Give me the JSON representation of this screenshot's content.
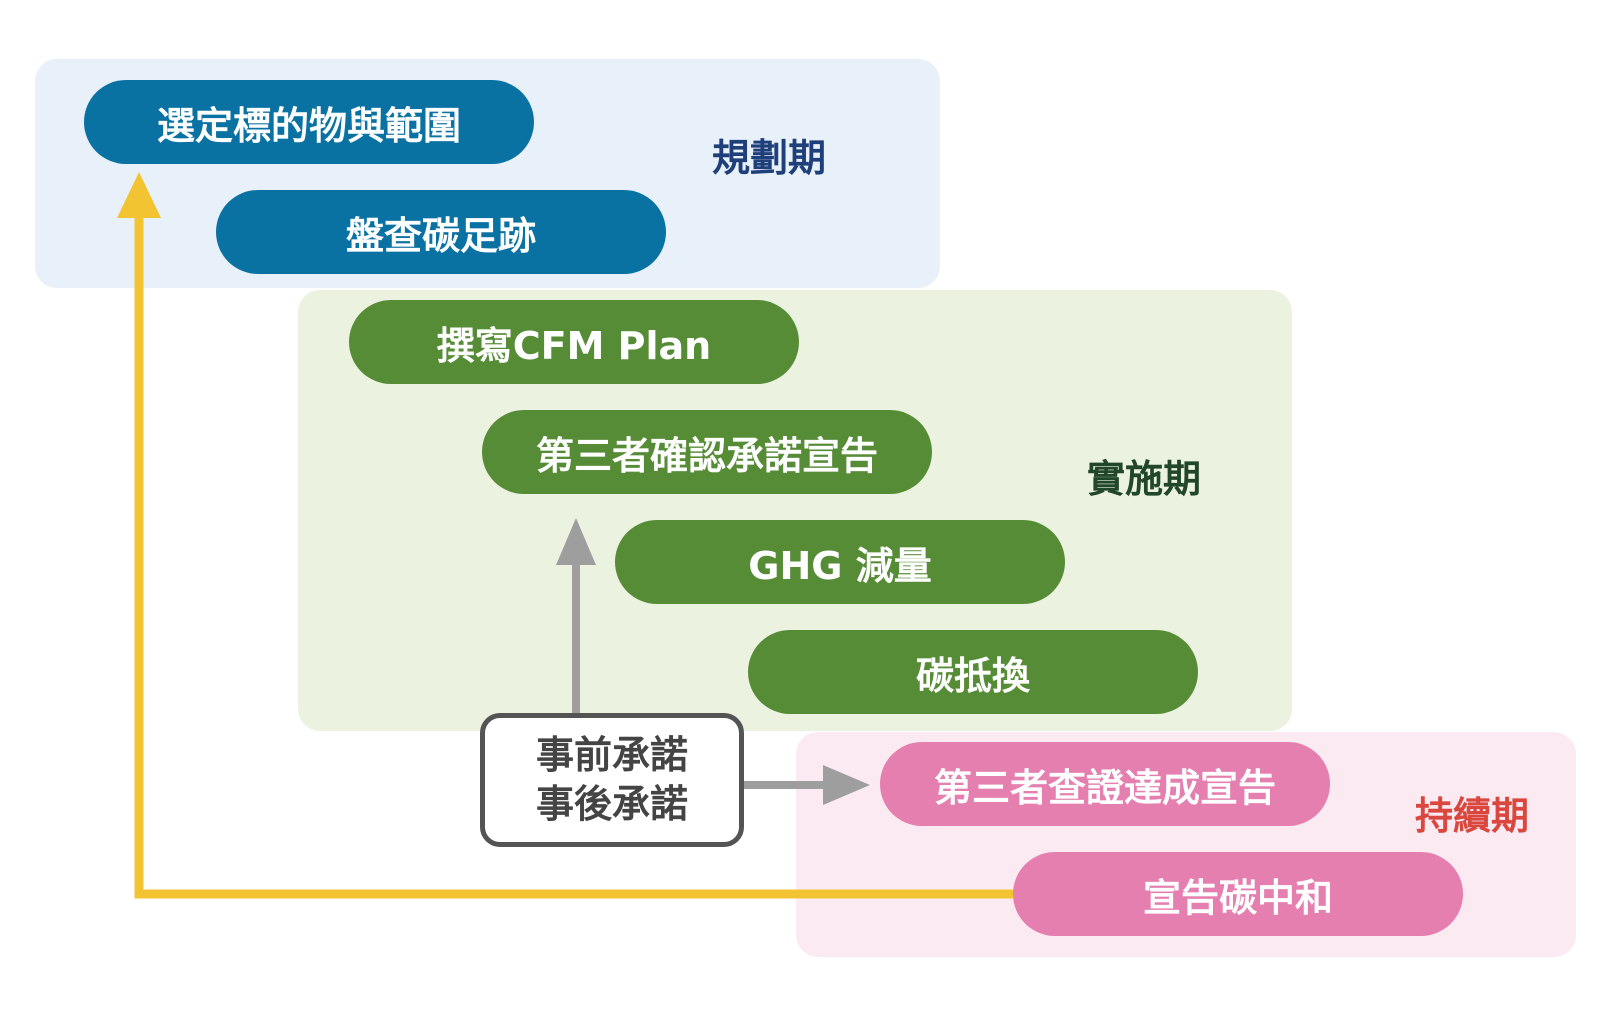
{
  "colors": {
    "planning_panel": "#E8F0F9",
    "planning_pill": "#0A72A2",
    "planning_text": "#1F3F7A",
    "implementation_panel": "#EBF3E0",
    "implementation_pill": "#578C37",
    "implementation_text": "#22462A",
    "continuous_panel": "#FBEAF2",
    "continuous_pill": "#E47FAF",
    "continuous_text": "#D9473E",
    "loop_arrow": "#F3C431",
    "commitment_arrow": "#9E9E9E"
  },
  "stages": {
    "planning": {
      "label": "規劃期",
      "steps": [
        "選定標的物與範圍",
        "盤查碳足跡"
      ]
    },
    "implementation": {
      "label": "實施期",
      "steps": [
        "撰寫CFM Plan",
        "第三者確認承諾宣告",
        "GHG 減量",
        "碳抵換"
      ]
    },
    "continuous": {
      "label": "持續期",
      "steps": [
        "第三者查證達成宣告",
        "宣告碳中和"
      ]
    }
  },
  "commitment_box": {
    "line1": "事前承諾",
    "line2": "事後承諾"
  }
}
